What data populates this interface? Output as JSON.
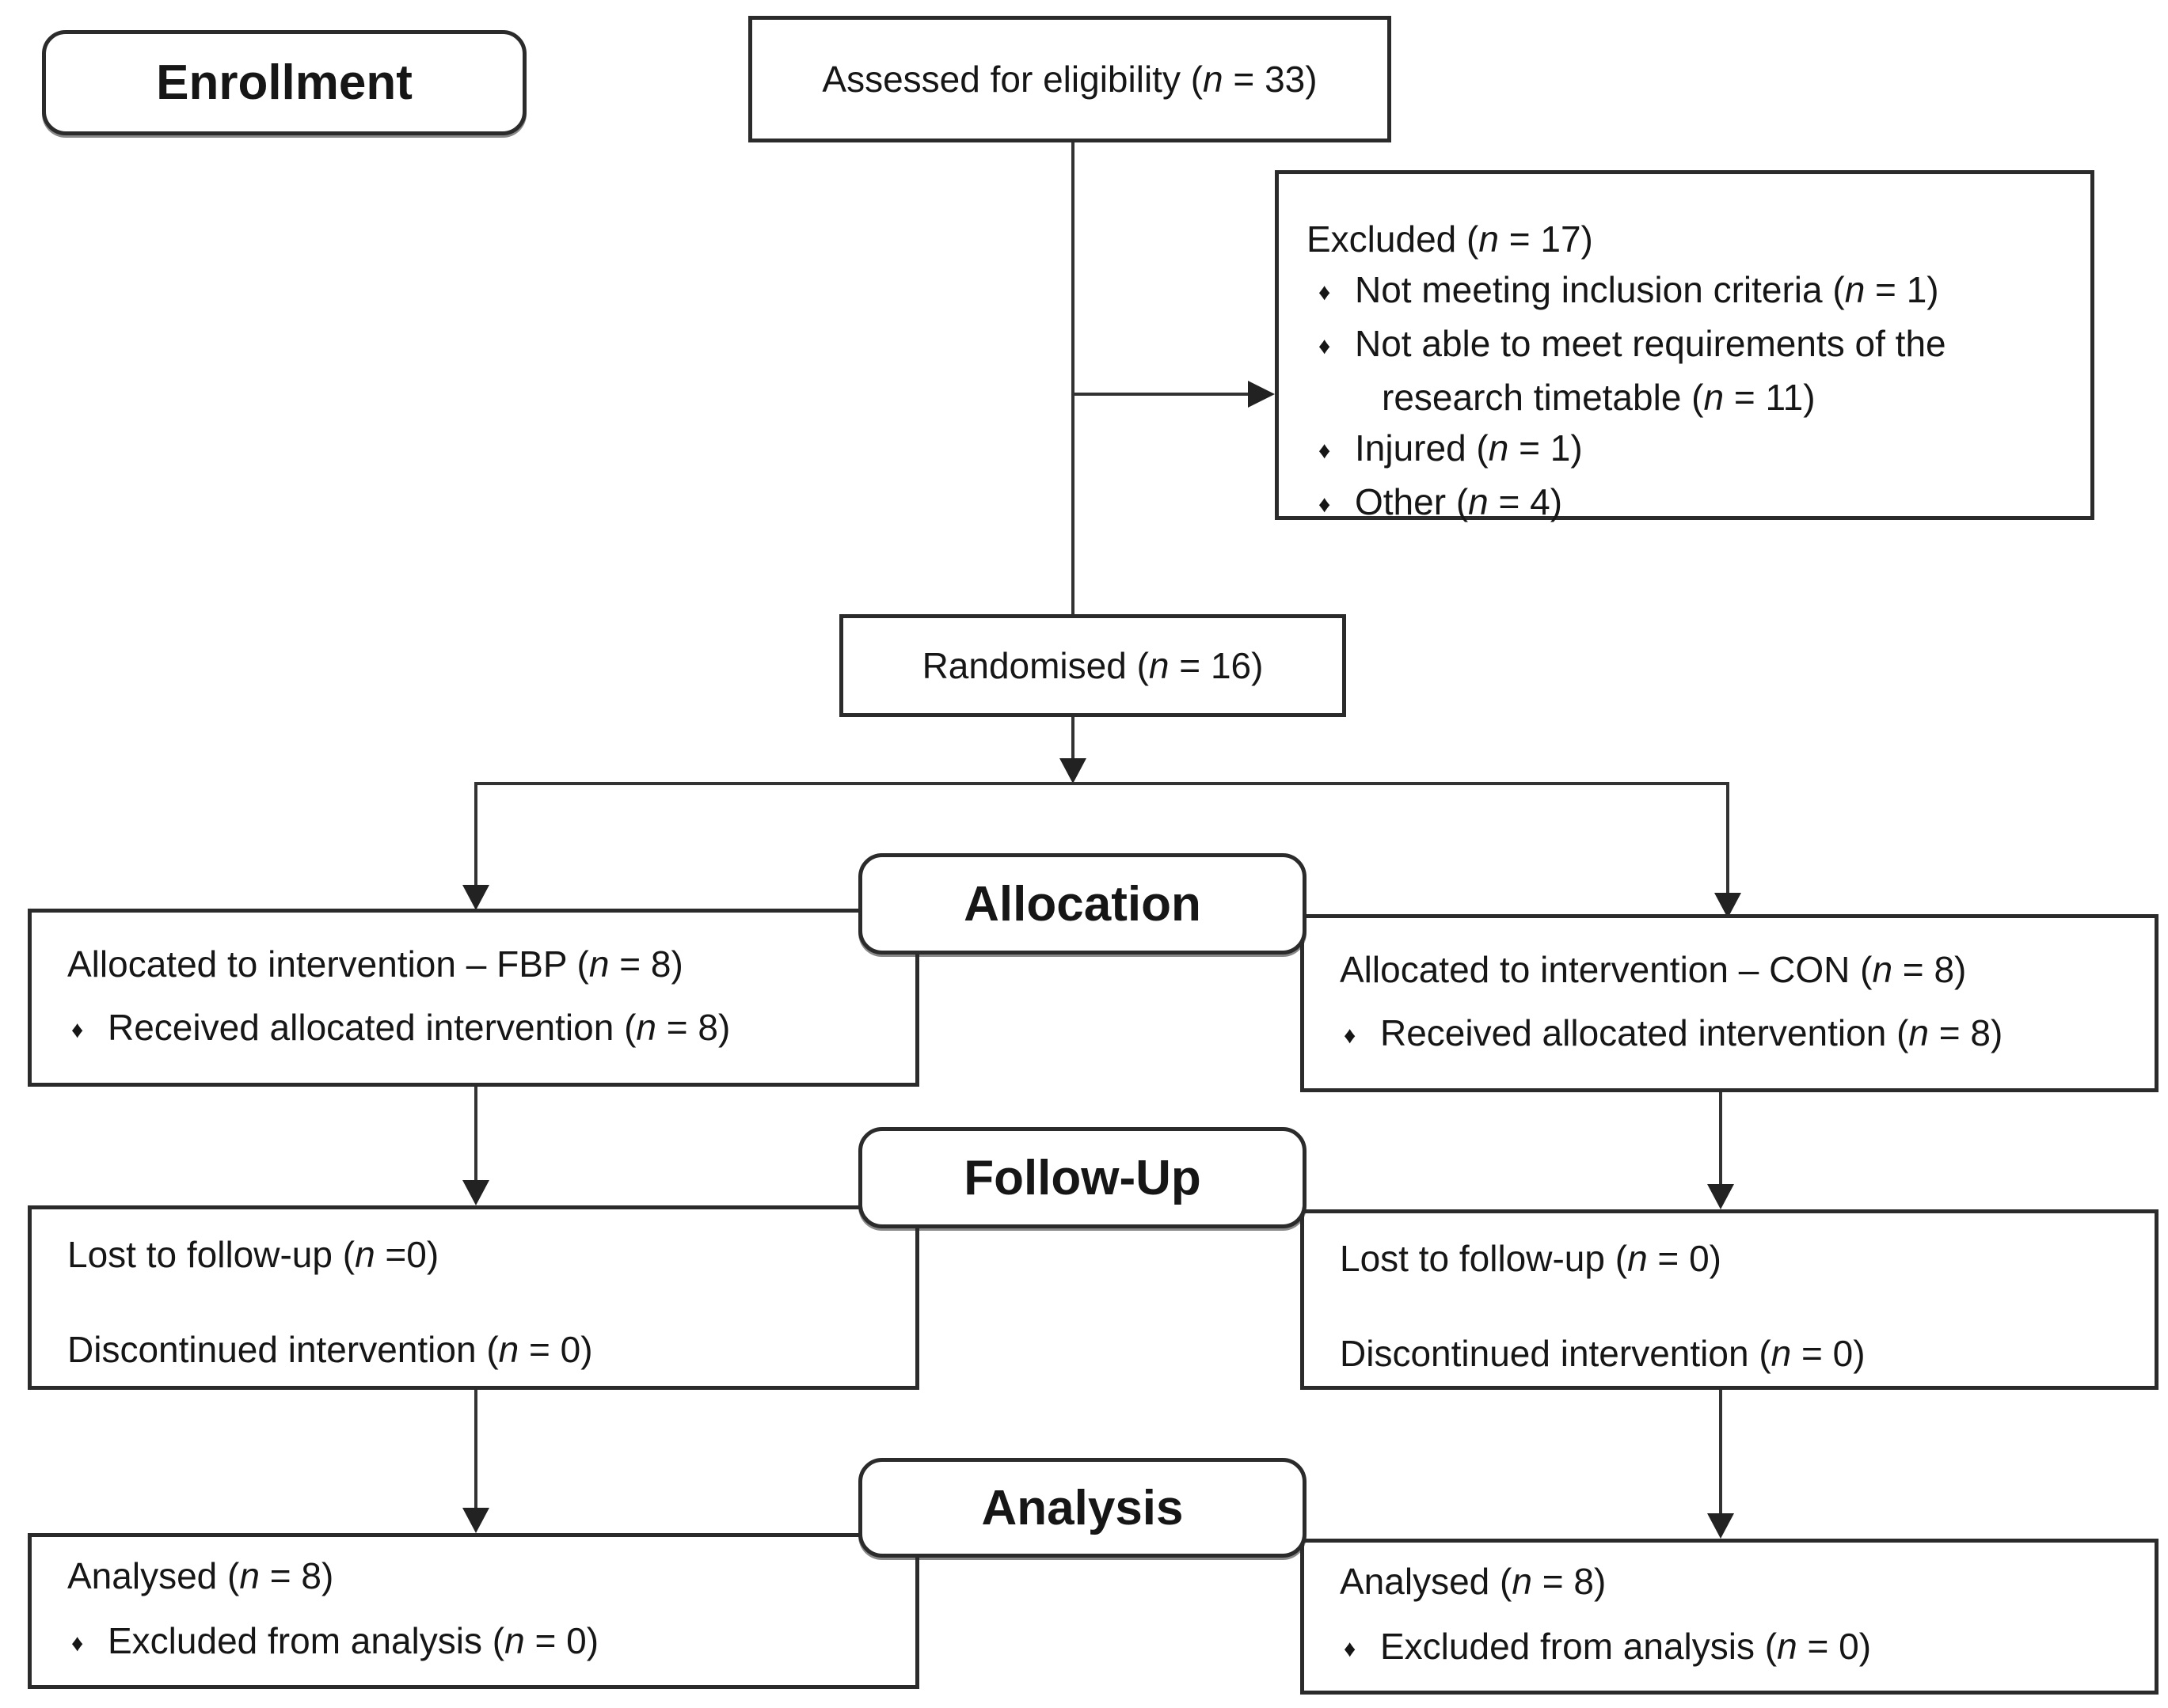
{
  "nsym": "n",
  "bullet": "♦",
  "colors": {
    "border": "#2b2b2b",
    "text": "#161616",
    "background": "#ffffff",
    "line": "#333333"
  },
  "stages": {
    "enrollment": "Enrollment",
    "allocation": "Allocation",
    "followup": "Follow-Up",
    "analysis": "Analysis"
  },
  "boxes": {
    "assessed": {
      "pre": "Assessed for eligibility (",
      "post": " = 33)"
    },
    "excluded": {
      "title": {
        "pre": "Excluded (",
        "post": " = 17)"
      },
      "items": [
        {
          "pre": "Not meeting inclusion criteria (",
          "post": " = 1)"
        },
        {
          "pre": "Not able to meet requirements of the research timetable (",
          "post": " = 11)"
        },
        {
          "pre": "Injured (",
          "post": " = 1)"
        },
        {
          "pre": "Other (",
          "post": " = 4)"
        }
      ]
    },
    "randomised": {
      "pre": "Randomised (",
      "post": " = 16)"
    },
    "alloc_left": {
      "title": {
        "pre": "Allocated to intervention – FBP (",
        "post": " = 8)"
      },
      "item": {
        "pre": "Received allocated intervention (",
        "post": " = 8)"
      }
    },
    "alloc_right": {
      "title": {
        "pre": "Allocated to intervention – CON (",
        "post": " = 8)"
      },
      "item": {
        "pre": "Received allocated intervention (",
        "post": " = 8)"
      }
    },
    "followup_left": {
      "line1": {
        "pre": "Lost to follow-up (",
        "post": " =0)"
      },
      "line2": {
        "pre": "Discontinued intervention (",
        "post": " = 0)"
      }
    },
    "followup_right": {
      "line1": {
        "pre": "Lost to follow-up (",
        "post": " = 0)"
      },
      "line2": {
        "pre": "Discontinued intervention (",
        "post": " = 0)"
      }
    },
    "analysis_left": {
      "title": {
        "pre": "Analysed (",
        "post": " = 8)"
      },
      "item": {
        "pre": "Excluded from analysis (",
        "post": " = 0)"
      }
    },
    "analysis_right": {
      "title": {
        "pre": "Analysed (",
        "post": " = 8)"
      },
      "item": {
        "pre": "Excluded from analysis (",
        "post": " = 0)"
      }
    }
  }
}
